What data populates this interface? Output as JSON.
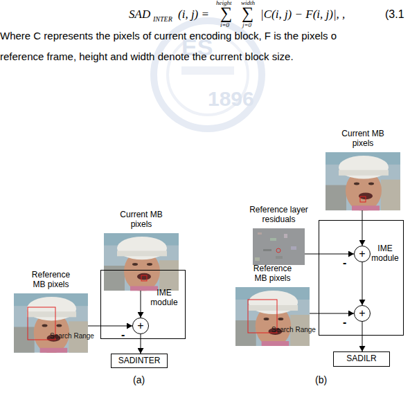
{
  "diagram": {
    "nodes": [
      {
        "text": [
          "Reference MB pixels",
          "Search Range"
        ]
      },
      {
        "text": [
          "Current MB pixels"
        ]
      },
      {
        "text": [
          "IME module"
        ]
      },
      {
        "text": [
          "+"
        ],
        "in": 2
      },
      {
        "text": [
          "SADINTER"
        ]
      },
      {
        "text": [
          "Reference layer residuals"
        ]
      },
      {
        "text": [
          "Current MB pixels"
        ]
      },
      {
        "text": [
          "Reference MB pixels",
          "Search Range"
        ]
      },
      {
        "text": [
          "IME module"
        ]
      },
      {
        "text": [
          "+"
        ],
        "in": 8
      },
      {
        "text": [
          "+"
        ],
        "in": 8
      },
      {
        "text": [
          "SADILR"
        ]
      }
    ],
    "edges": [
      {
        "from": 1,
        "to": 3,
        "arrow": "to"
      },
      {
        "from": 0,
        "to": 3,
        "arrow": "to",
        "label": "-"
      },
      {
        "from": 3,
        "to": 4,
        "arrow": "to"
      },
      {
        "from": 6,
        "to": 9,
        "arrow": "to"
      },
      {
        "from": 5,
        "to": 9,
        "arrow": "to",
        "label": "-"
      },
      {
        "from": 9,
        "to": 10,
        "arrow": "to"
      },
      {
        "from": 7,
        "to": 10,
        "arrow": "to",
        "label": "-"
      },
      {
        "from": 10,
        "to": 11,
        "arrow": "to"
      }
    ],
    "labels": [
      "SAD",
      "INTER",
      "(i, j) =",
      "height",
      "∑",
      "i=0",
      "width",
      "∑",
      "j=0",
      "|C(i, j) − F(i, j)|, ,",
      "(3.1",
      "Where C represents the pixels of current encoding block, F is the pixels o",
      "reference frame, height and width denote the current block size.",
      "ES",
      "1896",
      "(a)",
      "(b)"
    ]
  }
}
